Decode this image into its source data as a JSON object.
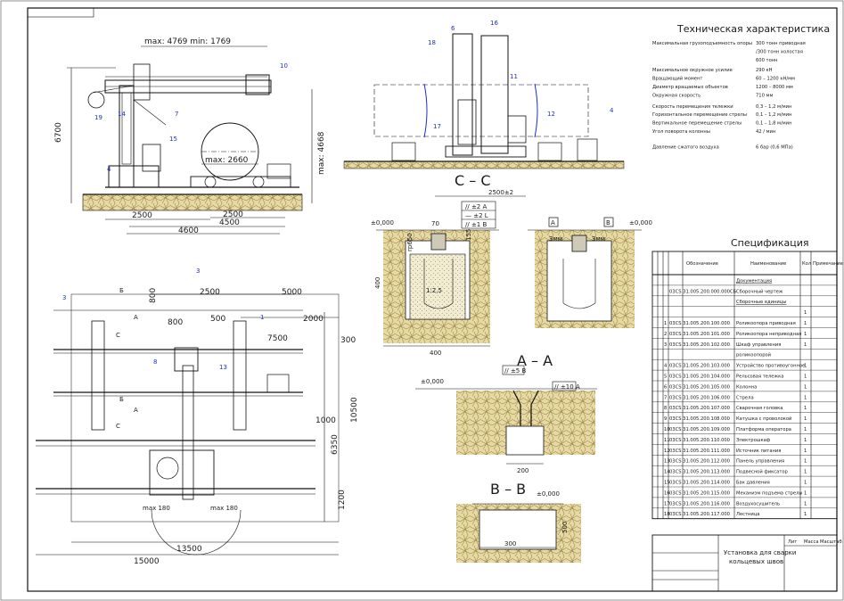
{
  "side_view": {
    "boom_travel": "max: 4769 min: 1769",
    "height_total": "6700",
    "height_max": "max: 4668",
    "diameter_max": "max: 2660",
    "dim_2500_a": "2500",
    "dim_2500_b": "2500",
    "dim_4500": "4500",
    "dim_4600": "4600",
    "callouts": [
      "10",
      "14",
      "19",
      "7",
      "15",
      "4"
    ]
  },
  "front_view": {
    "callouts": [
      "6",
      "16",
      "18",
      "11",
      "12",
      "17",
      "4"
    ]
  },
  "tech_specs": {
    "title": "Техническая характеристика",
    "rows": [
      {
        "label": "Максимальная грузоподъемность опоры",
        "value": "300 тонн приводная"
      },
      {
        "label": "",
        "value": "/300 тонн холостая"
      },
      {
        "label": "",
        "value": "600 тонн"
      },
      {
        "label": "Максимальное окружное усилие",
        "value": "290 кН"
      },
      {
        "label": "Вращающий момент",
        "value": "60 – 1200 кН/мм"
      },
      {
        "label": "Диаметр вращаемых объектов",
        "value": "1200 – 8000 мм"
      },
      {
        "label": "Окружная скорость",
        "value": "710 мм"
      },
      {
        "label": "Скорость перемещения тележки",
        "value": "0,3 – 1,2 м/мин"
      },
      {
        "label": "Горизонтальное перемещение стрелы",
        "value": "0,1 – 1,2 м/мин"
      },
      {
        "label": "Вертикальное перемещение стрелы",
        "value": "0,1 – 1,8 м/мин"
      },
      {
        "label": "Угол поворота колонны",
        "value": "42 / мин"
      },
      {
        "label": "Давление сжатого воздуха",
        "value": "6 бар (0,6 МПа)"
      }
    ]
  },
  "plan_view": {
    "dim_2500": "2500",
    "dim_5000": "5000",
    "dim_2000": "2000",
    "dim_500": "500",
    "dim_800_a": "800",
    "dim_800_b": "800",
    "dim_7500": "7500",
    "dim_300": "300",
    "dim_1000": "1000",
    "dim_10500": "10500",
    "dim_6350": "6350",
    "dim_1200": "1200",
    "dim_13500": "13500",
    "dim_15000": "15000",
    "max_left": "max 180",
    "max_right": "max 180",
    "callouts": [
      "3",
      "3",
      "1",
      "8",
      "13"
    ],
    "marks": [
      "Б",
      "Б",
      "А",
      "А",
      "С",
      "С"
    ]
  },
  "section_cc": {
    "title": "С – С",
    "dim_width": "2500±2",
    "dim_70": "70",
    "dim_155": "155",
    "dim_400_v": "400",
    "dim_400_h": "400",
    "tolerances": [
      "// ±2 A",
      "— ±2 L",
      "// ±1 B"
    ],
    "level_mark": "±0,000",
    "datum_a": "A",
    "datum_b": "B",
    "mark_3mm": "3мм",
    "rail": "rp650",
    "scale": "1:2,5"
  },
  "section_aa": {
    "title": "А – А",
    "level_mark": "±0,000",
    "tol_1": "// ±5 B",
    "tol_2": "// ±10 A",
    "dim_200": "200"
  },
  "section_bb": {
    "title": "В – В",
    "level_mark": "±0,000",
    "dim_300": "300",
    "dim_500": "500"
  },
  "specification": {
    "title": "Спецификация",
    "headers": [
      "Обозначение",
      "Наименование",
      "Кол",
      "Примечание"
    ],
    "rows": [
      {
        "pos": "",
        "code": "",
        "name": "Документация",
        "qty": ""
      },
      {
        "pos": "",
        "code": "03СS 31.005.200.000.000СБ",
        "name": "Сборочный чертеж",
        "qty": ""
      },
      {
        "pos": "",
        "code": "",
        "name": "Сборочные единицы",
        "qty": ""
      },
      {
        "pos": "",
        "code": "",
        "name": "",
        "qty": "1"
      },
      {
        "pos": "1",
        "code": "03СS 31.005.200.100.000",
        "name": "Роликоопора приводная",
        "qty": "1"
      },
      {
        "pos": "2",
        "code": "03СS 31.005.200.101.000",
        "name": "Роликоопора неприводная",
        "qty": "1"
      },
      {
        "pos": "3",
        "code": "03СS 31.005.200.102.000",
        "name": "Шкаф управления",
        "qty": "1"
      },
      {
        "pos": "",
        "code": "",
        "name": "роликоопорой",
        "qty": ""
      },
      {
        "pos": "4",
        "code": "03СS 31.005.200.103.000",
        "name": "Устройство противоугонное",
        "qty": "1"
      },
      {
        "pos": "5",
        "code": "03СS 31.005.200.104.000",
        "name": "Рельсовая тележка",
        "qty": "1"
      },
      {
        "pos": "6",
        "code": "03СS 31.005.200.105.000",
        "name": "Колонна",
        "qty": "1"
      },
      {
        "pos": "7",
        "code": "03СS 31.005.200.106.000",
        "name": "Стрела",
        "qty": "1"
      },
      {
        "pos": "8",
        "code": "03СS 31.005.200.107.000",
        "name": "Сварочная головка",
        "qty": "1"
      },
      {
        "pos": "9",
        "code": "03СS 31.005.200.108.000",
        "name": "Катушка с проволокой",
        "qty": "1"
      },
      {
        "pos": "10",
        "code": "03СS 31.005.200.109.000",
        "name": "Платформа оператора",
        "qty": "1"
      },
      {
        "pos": "11",
        "code": "03СS 31.005.200.110.000",
        "name": "Электрошкаф",
        "qty": "1"
      },
      {
        "pos": "12",
        "code": "03СS 31.005.200.111.000",
        "name": "Источник питания",
        "qty": "1"
      },
      {
        "pos": "13",
        "code": "03СS 31.005.200.112.000",
        "name": "Панель управления",
        "qty": "1"
      },
      {
        "pos": "14",
        "code": "03СS 31.005.200.113.000",
        "name": "Подвесной фиксатор",
        "qty": "1"
      },
      {
        "pos": "15",
        "code": "03СS 31.005.200.114.000",
        "name": "Бак давления",
        "qty": "1"
      },
      {
        "pos": "16",
        "code": "03СS 31.005.200.115.000",
        "name": "Механизм подъема стрелы",
        "qty": "1"
      },
      {
        "pos": "17",
        "code": "03СS 31.005.200.116.000",
        "name": "Воздухосушитель",
        "qty": "1"
      },
      {
        "pos": "18",
        "code": "03СS 31.005.200.117.000",
        "name": "Лестница",
        "qty": "1"
      }
    ]
  },
  "title_block": {
    "title_1": "Установка для сварки",
    "title_2": "кольцевых швов",
    "hdr_stage": "Лит",
    "hdr_mass": "Масса",
    "hdr_scale": "Масштаб"
  }
}
